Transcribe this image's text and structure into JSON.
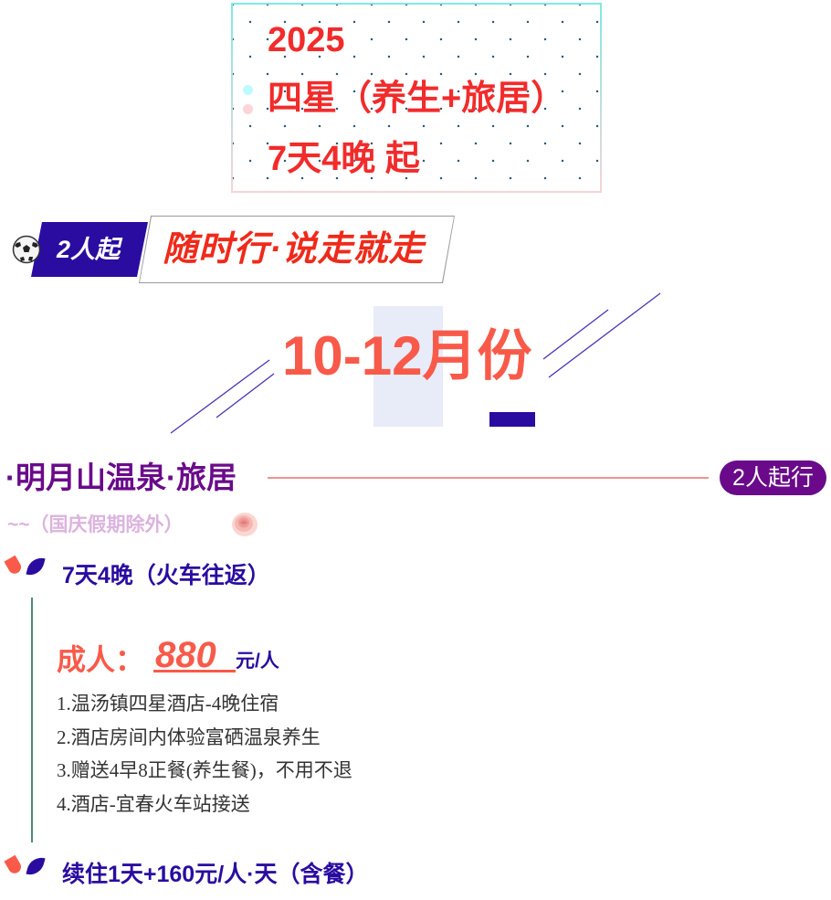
{
  "top_card": {
    "lines": [
      "2025",
      "四星（养生+旅居）",
      "7天4晚  起"
    ]
  },
  "banner": {
    "badge": "2人起",
    "slogan": "随时行·说走就走",
    "icon": "soccer-ball-icon"
  },
  "month": {
    "label": "10-12月份"
  },
  "section": {
    "title": "·明月山温泉·旅居",
    "pill": "2人起行",
    "subtitle": "~~（国庆假期除外）",
    "icon": "rose-icon"
  },
  "package": {
    "title": "7天4晚（火车往返）",
    "price_label": "成人：",
    "price_value": "880",
    "price_unit": "元/人",
    "features": [
      "1.温汤镇四星酒店-4晚住宿",
      "2.酒店房间内体验富硒温泉养生",
      "3.赠送4早8正餐(养生餐)，不用不退",
      "4.酒店-宜春火车站接送"
    ]
  },
  "extension": {
    "title": "续住1天+160元/人·天（含餐）"
  },
  "colors": {
    "red": "#f22b2b",
    "coral": "#f85a4a",
    "navy": "#2a0ca0",
    "purple": "#6a0a8a",
    "lilac": "#dcb3df",
    "rule": "#ee9590",
    "vline": "#4f8a70"
  }
}
